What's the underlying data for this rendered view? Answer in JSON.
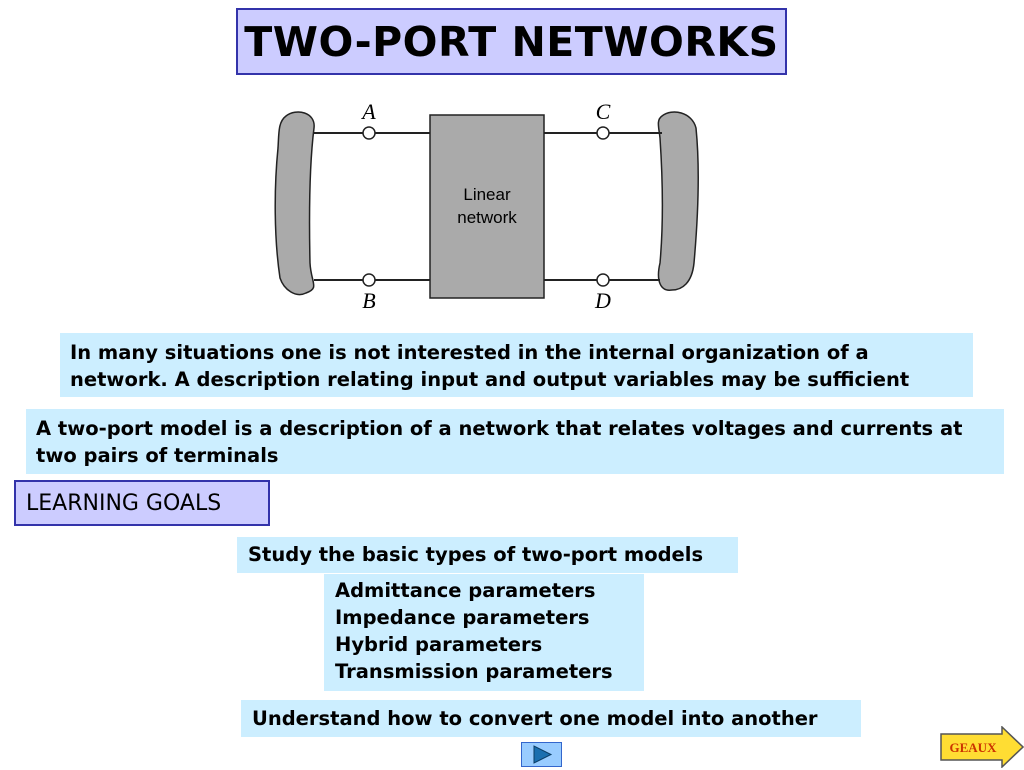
{
  "title": "TWO-PORT NETWORKS",
  "diagram": {
    "terminal_a": "A",
    "terminal_b": "B",
    "terminal_c": "C",
    "terminal_d": "D",
    "network_line1": "Linear",
    "network_line2": "network"
  },
  "intro": {
    "line1": "In many situations one is not interested in the internal organization of a network. A description relating input and output variables may be sufficient",
    "line2": "A two-port model is a description of a network that relates voltages and  currents at two pairs of terminals"
  },
  "learning_goals": {
    "heading": "LEARNING GOALS",
    "goal1": "Study the basic types of two-port models",
    "parameters": [
      "Admittance parameters",
      "Impedance parameters",
      "Hybrid parameters",
      "Transmission parameters"
    ],
    "goal2": "Understand how to convert one model into another"
  },
  "nav": {
    "geaux_label": "GEAUX"
  },
  "colors": {
    "title_bg": "#ccccff",
    "text_box_bg": "#cceeff",
    "network_fill": "#aaaaaa",
    "geaux_fill": "#ffdd33"
  }
}
